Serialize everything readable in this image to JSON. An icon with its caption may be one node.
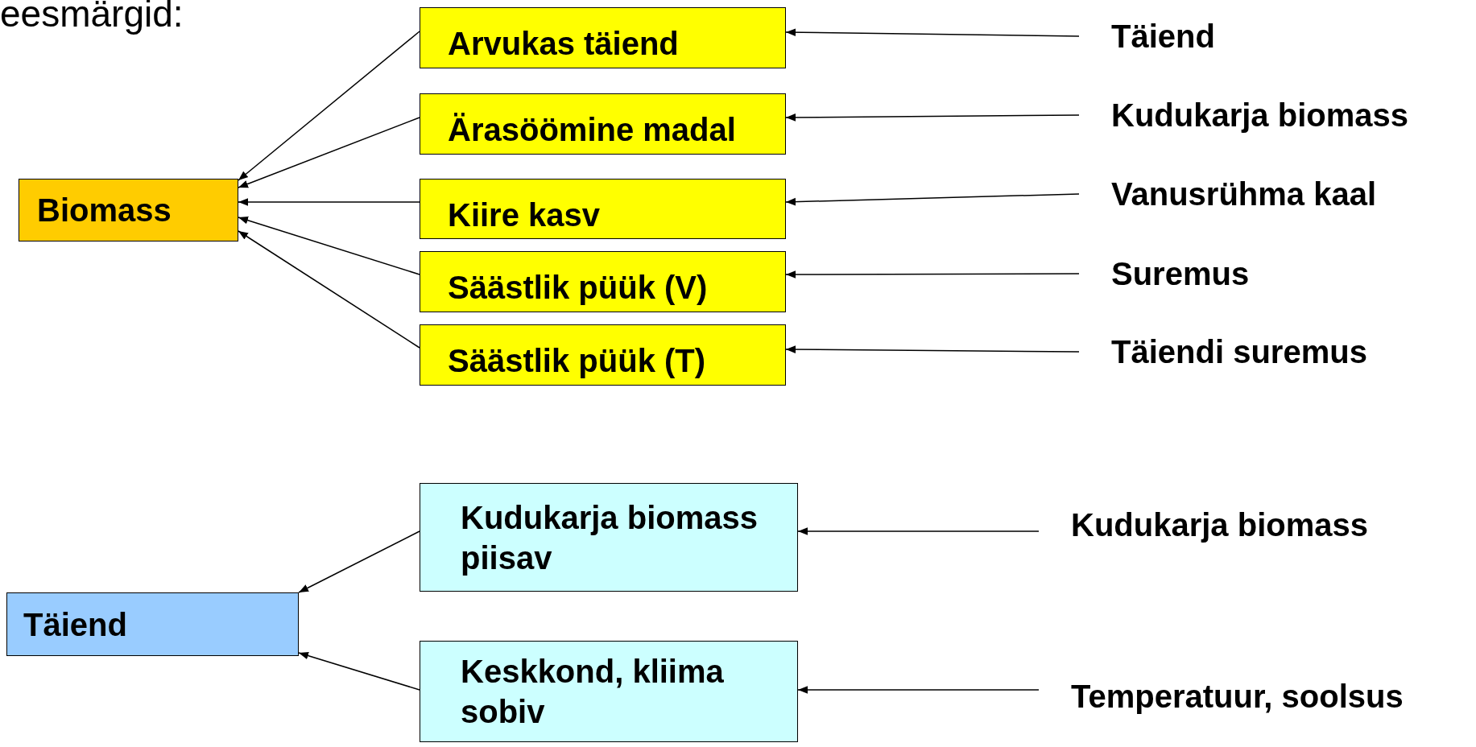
{
  "diagram": {
    "nodes": [
      {
        "text": [
          "Biomass"
        ]
      },
      {
        "text": [
          "Arvukas täiend"
        ]
      },
      {
        "text": [
          "Ärasöömine madal"
        ]
      },
      {
        "text": [
          "Kiire kasv"
        ]
      },
      {
        "text": [
          "Säästlik püük (V)"
        ]
      },
      {
        "text": [
          "Säästlik püük (T)"
        ]
      },
      {
        "text": [
          "Täiend"
        ]
      },
      {
        "text": [
          "Kudukarja biomass"
        ]
      },
      {
        "text": [
          "Vanusrühma kaal"
        ]
      },
      {
        "text": [
          "Suremus"
        ]
      },
      {
        "text": [
          "Täiendi suremus"
        ]
      },
      {
        "text": [
          "Täiend"
        ]
      },
      {
        "text": [
          "Kudukarja biomass piisav"
        ]
      },
      {
        "text": [
          "Keskkond, kliima sobiv"
        ]
      },
      {
        "text": [
          "Kudukarja biomass"
        ]
      },
      {
        "text": [
          "Temperatuur, soolsus"
        ]
      }
    ],
    "edges": [
      {
        "from": 1,
        "to": 0,
        "arrow": "to"
      },
      {
        "from": 2,
        "to": 0,
        "arrow": "to"
      },
      {
        "from": 3,
        "to": 0,
        "arrow": "to"
      },
      {
        "from": 4,
        "to": 0,
        "arrow": "to"
      },
      {
        "from": 5,
        "to": 0,
        "arrow": "to"
      },
      {
        "from": 6,
        "to": 1,
        "arrow": "to"
      },
      {
        "from": 7,
        "to": 2,
        "arrow": "to"
      },
      {
        "from": 8,
        "to": 3,
        "arrow": "to"
      },
      {
        "from": 9,
        "to": 4,
        "arrow": "to"
      },
      {
        "from": 10,
        "to": 5,
        "arrow": "to"
      },
      {
        "from": 12,
        "to": 11,
        "arrow": "to"
      },
      {
        "from": 13,
        "to": 11,
        "arrow": "to"
      },
      {
        "from": 14,
        "to": 12,
        "arrow": "to"
      },
      {
        "from": 15,
        "to": 13,
        "arrow": "to"
      }
    ],
    "labels": [
      "eesmärgid:"
    ]
  }
}
